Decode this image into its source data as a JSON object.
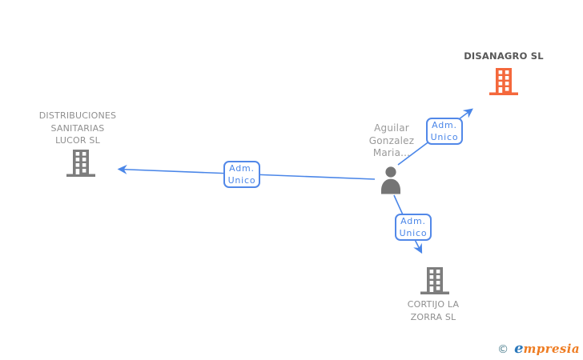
{
  "companies": {
    "disanagro": {
      "lines": [
        "DISANAGRO SL"
      ]
    },
    "lucor": {
      "lines": [
        "DISTRIBUCIONES",
        "SANITARIAS",
        "LUCOR SL"
      ]
    },
    "cortijo": {
      "lines": [
        "CORTIJO LA",
        "ZORRA SL"
      ]
    }
  },
  "person": {
    "lines": [
      "Aguilar",
      "Gonzalez",
      "Maria..."
    ]
  },
  "relations": {
    "to_disanagro": {
      "lines": [
        "Adm.",
        "Unico"
      ]
    },
    "to_lucor": {
      "lines": [
        "Adm.",
        "Unico"
      ]
    },
    "to_cortijo": {
      "lines": [
        "Adm.",
        "Unico"
      ]
    }
  },
  "colors": {
    "accent_blue": "#4a86e8",
    "highlight_orange": "#f4683c",
    "icon_gray": "#7d7d7d",
    "person_gray": "#757575",
    "label_gray": "#8f8f8f",
    "highlight_label_dark": "#575757"
  },
  "watermark": {
    "copyright": "©",
    "brand_initial": "e",
    "brand_rest": "mpresia"
  }
}
